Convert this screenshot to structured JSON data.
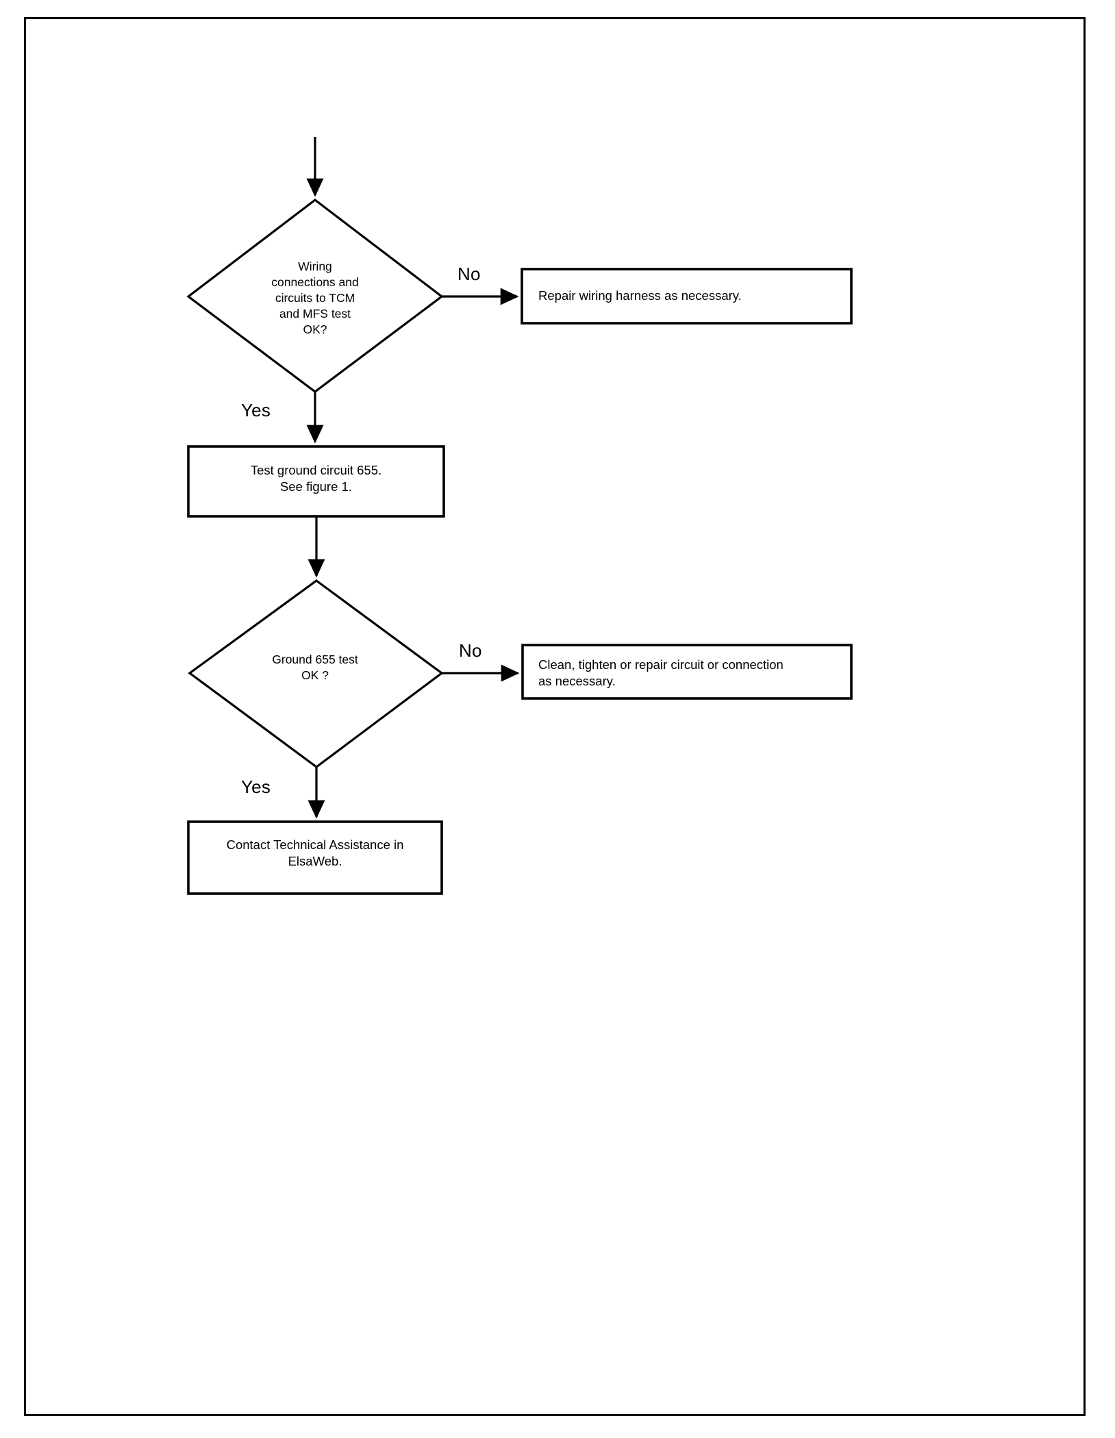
{
  "document": {
    "kind": "troubleshooting-flowchart",
    "border_color": "#000000",
    "line_color": "#000000",
    "background_color": "#ffffff"
  },
  "flowchart": {
    "entry_connector": {
      "name": "entry-arrow",
      "from_previous_page": true
    },
    "nodes": [
      {
        "id": "decision-wiring",
        "shape": "diamond",
        "text": "Wiring\nconnections and\ncircuits to TCM\nand MFS test\nOK?",
        "align": "center"
      },
      {
        "id": "action-repair-harness",
        "shape": "rect",
        "text": "Repair wiring harness as necessary.",
        "align": "left"
      },
      {
        "id": "action-test-ground",
        "shape": "rect",
        "text": "Test ground circuit 655.\nSee figure 1.",
        "align": "center"
      },
      {
        "id": "decision-ground",
        "shape": "diamond",
        "text": "Ground 655 test\nOK ?",
        "align": "center"
      },
      {
        "id": "action-clean-tighten",
        "shape": "rect",
        "text": "Clean, tighten or repair circuit or connection\nas necessary.",
        "align": "left"
      },
      {
        "id": "action-contact-ta",
        "shape": "rect",
        "text": "Contact Technical Assistance in\nElsaWeb.",
        "align": "center"
      }
    ],
    "edge_labels": {
      "decision_wiring_no": "No",
      "decision_wiring_yes": "Yes",
      "decision_ground_no": "No",
      "decision_ground_yes": "Yes"
    }
  }
}
